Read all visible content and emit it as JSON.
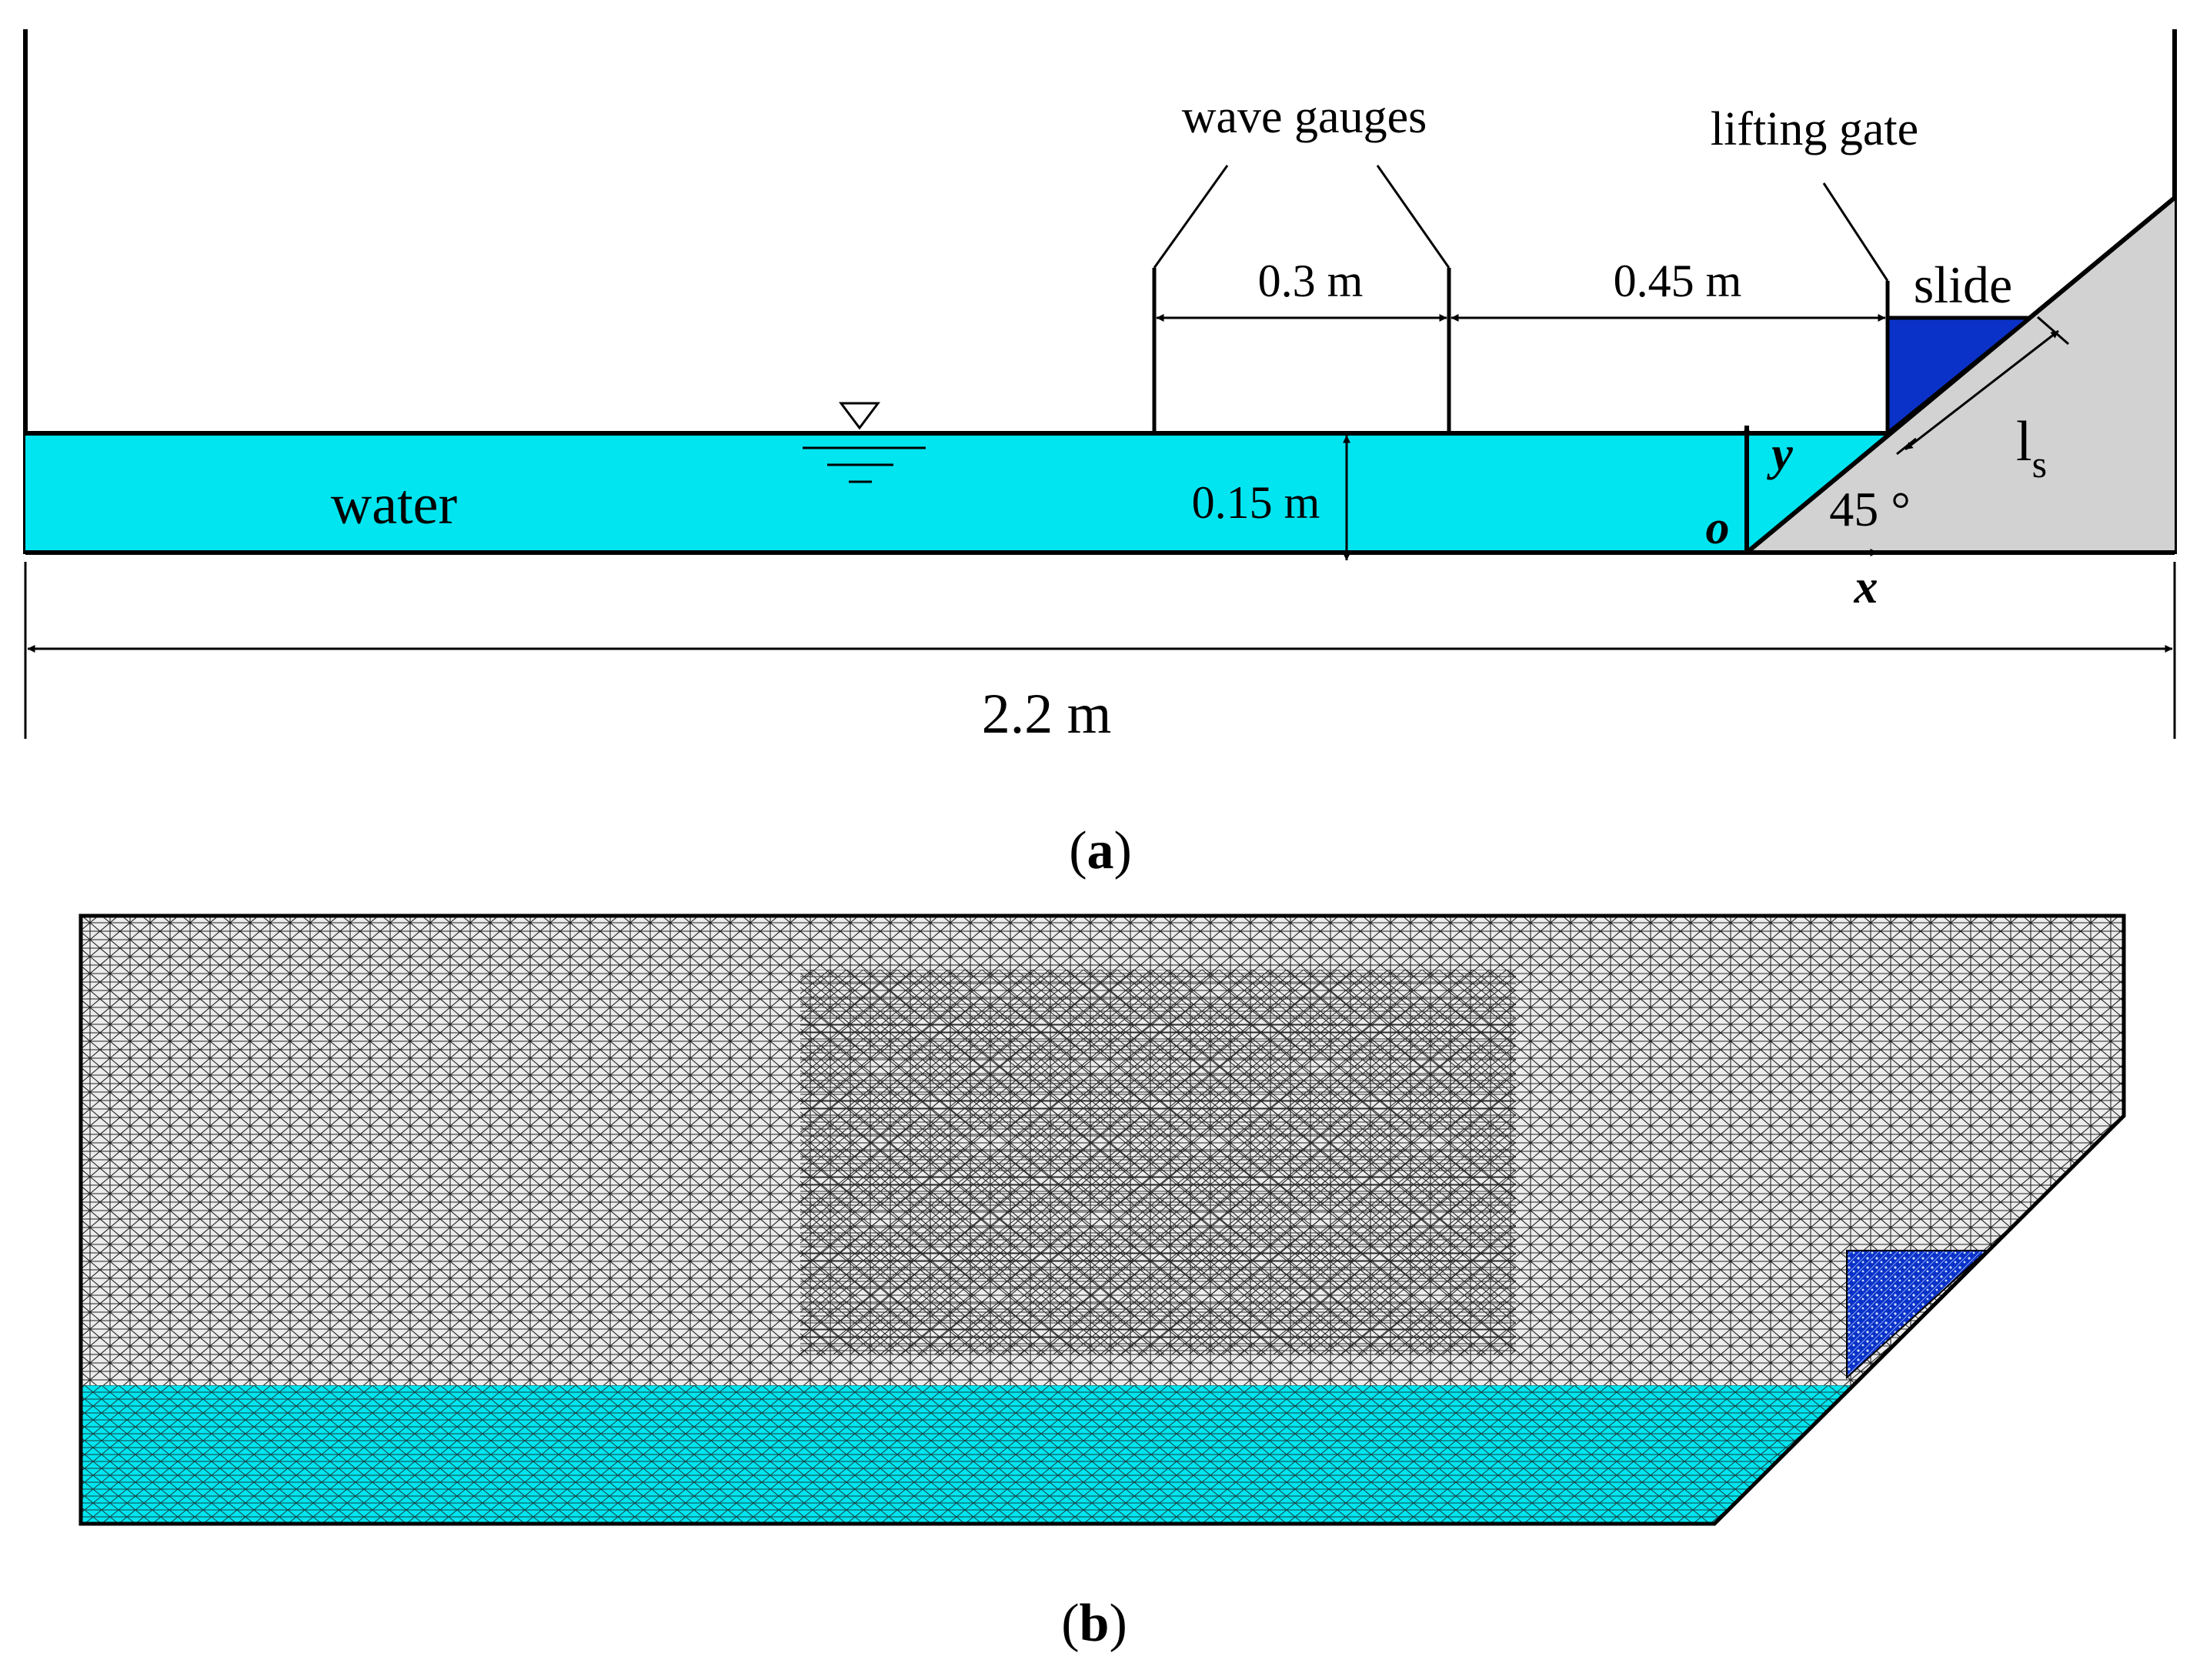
{
  "panel_a": {
    "label_wave_gauges": "wave gauges",
    "label_lifting_gate": "lifting gate",
    "label_slide": "slide",
    "label_water": "water",
    "dim_gauge_spacing": "0.3 m",
    "dim_gauge_to_gate": "0.45 m",
    "dim_water_depth": "0.15 m",
    "dim_tank_length": "2.2 m",
    "label_slide_length_main": "l",
    "label_slide_length_sub": "s",
    "label_angle": "45 °",
    "axis_origin": "o",
    "axis_x": "x",
    "axis_y": "y",
    "caption_open": "(",
    "caption_letter": "a",
    "caption_close": ")"
  },
  "panel_b": {
    "caption_open": "(",
    "caption_letter": "b",
    "caption_close": ")"
  },
  "colors": {
    "water": "#00e5f0",
    "slide": "#0a32c8",
    "ramp": "#d2d2d2",
    "mesh_air": "#e6e6e6",
    "mesh_line": "#202020"
  }
}
